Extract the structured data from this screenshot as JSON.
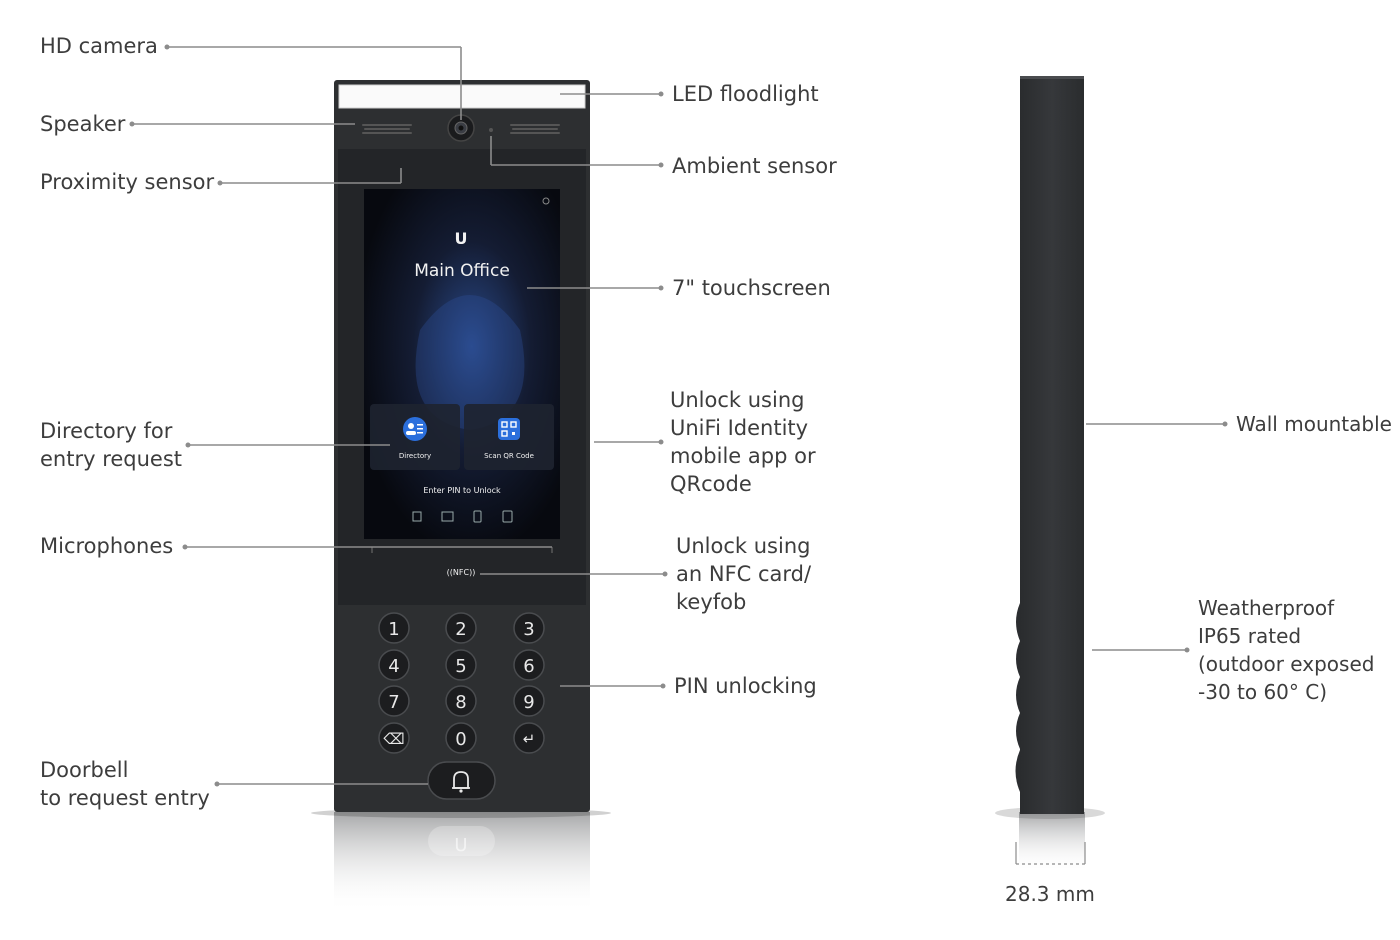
{
  "callouts": {
    "hd_camera": "HD camera",
    "speaker": "Speaker",
    "proximity_sensor": "Proximity sensor",
    "directory": [
      "Directory for",
      "entry request"
    ],
    "microphones": "Microphones",
    "doorbell": [
      "Doorbell",
      "to request entry"
    ],
    "led_floodlight": "LED floodlight",
    "ambient_sensor": "Ambient sensor",
    "touchscreen": "7\" touchscreen",
    "unlock_app": [
      "Unlock using",
      "UniFi Identity",
      "mobile app or",
      "QRcode"
    ],
    "unlock_nfc": [
      "Unlock using",
      "an NFC card/",
      "keyfob"
    ],
    "pin_unlocking": "PIN unlocking",
    "wall_mountable": "Wall mountable",
    "weatherproof": [
      "Weatherproof",
      "IP65 rated",
      "(outdoor exposed",
      "-30 to 60° C)"
    ]
  },
  "screen": {
    "logo": "U",
    "title": "Main Office",
    "directory_button": "Directory",
    "scan_button": "Scan QR Code",
    "pin_prompt": "Enter PIN to Unlock",
    "nfc_badge": "((NFC))"
  },
  "keypad": {
    "keys": [
      "1",
      "2",
      "3",
      "4",
      "5",
      "6",
      "7",
      "8",
      "9",
      "⌫",
      "0",
      "↵"
    ]
  },
  "side_view": {
    "dimension": "28.3 mm"
  },
  "colors": {
    "device_body": "#2d2f31",
    "screen_bg": "#0d1117",
    "accent_blue": "#2b6fdc",
    "callout_line": "#8c8c8c"
  }
}
